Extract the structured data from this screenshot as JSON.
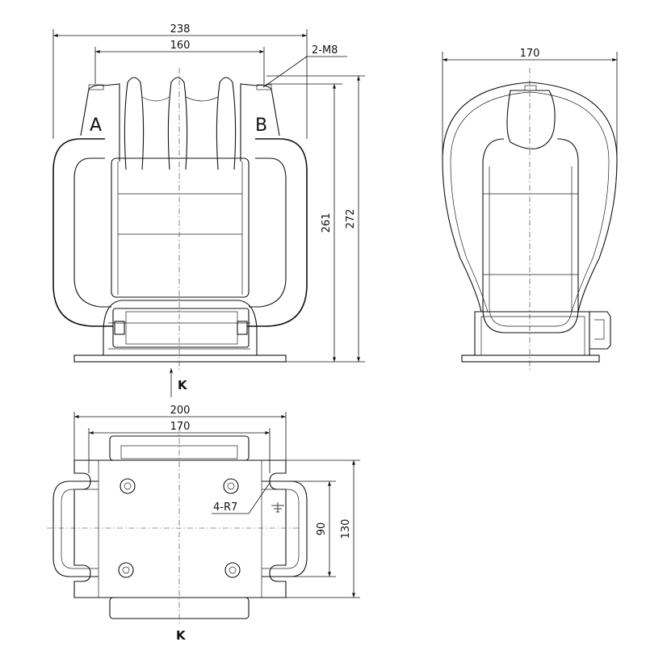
{
  "dimensions": {
    "front_overall_width": "238",
    "front_terminal_spacing": "160",
    "front_terminal_thread": "2-M8",
    "front_height_inner": "261",
    "front_height_overall": "272",
    "side_width": "170",
    "base_overall_width": "200",
    "base_bolt_spacing": "170",
    "base_corner_radius": "4-R7",
    "base_hole_spacing": "90",
    "base_overall_depth": "130"
  },
  "labels": {
    "terminal_a": "A",
    "terminal_b": "B",
    "view_arrow": "K",
    "view_title": "K"
  }
}
